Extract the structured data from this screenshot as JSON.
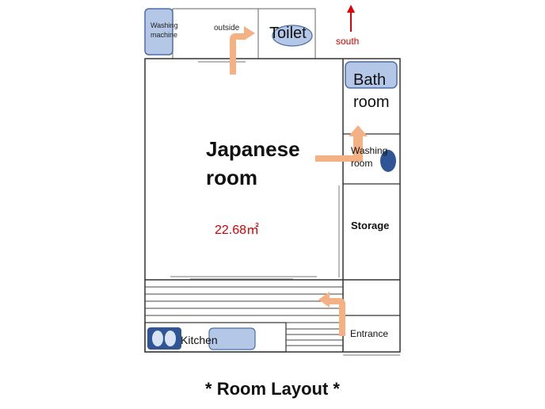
{
  "colors": {
    "wall": "#333333",
    "fixture_fill": "#b4c7e7",
    "fixture_stroke": "#4a6ea8",
    "dark_blue": "#2f5597",
    "arrow_orange": "#f4b183",
    "south_arrow": "#e00000",
    "area_text": "#d80000"
  },
  "labels": {
    "washing_machine": "Washing machine",
    "outside": "outside",
    "toilet": "Toilet",
    "south": "south",
    "bath_room": "Bath room",
    "japanese_room": "Japanese room",
    "area": "22.68㎡",
    "washing_room": "Washing room",
    "storage": "Storage",
    "kitchen": "Kitchen",
    "entrance": "Entrance"
  },
  "caption": "* Room Layout *"
}
